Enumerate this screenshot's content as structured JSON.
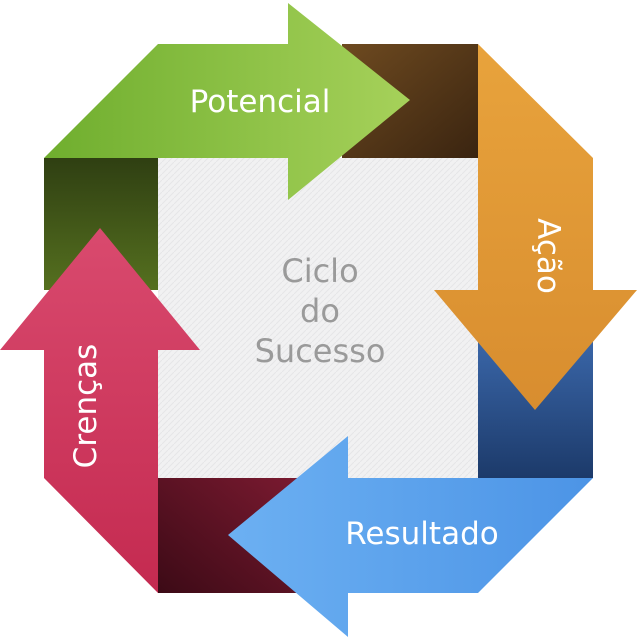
{
  "center": {
    "lines": [
      "Ciclo",
      "do",
      "Sucesso"
    ],
    "color": "#9a9a9a"
  },
  "steps": [
    {
      "label": "Potencial",
      "color": "#8cc63f",
      "corner_color": "#5a3a1a"
    },
    {
      "label": "Ação",
      "color": "#e39a36",
      "corner_color": "#25477a"
    },
    {
      "label": "Resultado",
      "color": "#5aa0ec",
      "corner_color": "#5a1020"
    },
    {
      "label": "Crenças",
      "color": "#cc2f5a",
      "corner_color": "#3d5216"
    }
  ]
}
